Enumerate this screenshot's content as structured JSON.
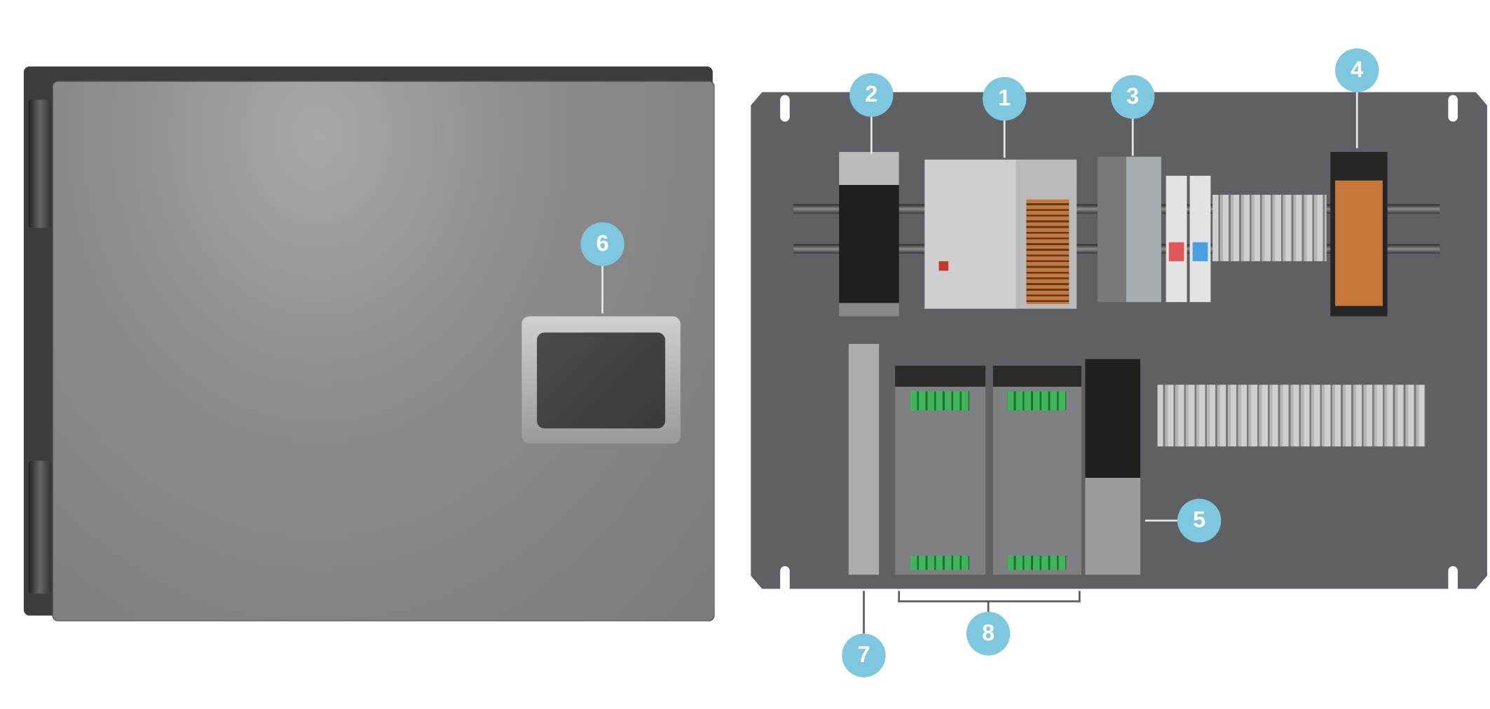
{
  "colors": {
    "badge": "#7ec8df",
    "panel": "#5f6064",
    "door": "#8a8a8a",
    "accent_orange": "#c8773a"
  },
  "callouts": [
    {
      "number": "1",
      "target": "plc-controller"
    },
    {
      "number": "2",
      "target": "network-module"
    },
    {
      "number": "3",
      "target": "io-module"
    },
    {
      "number": "4",
      "target": "ethernet-switch"
    },
    {
      "number": "5",
      "target": "ups-module"
    },
    {
      "number": "6",
      "target": "door-window"
    },
    {
      "number": "7",
      "target": "gateway-module"
    },
    {
      "number": "8",
      "target": "power-supplies"
    }
  ]
}
